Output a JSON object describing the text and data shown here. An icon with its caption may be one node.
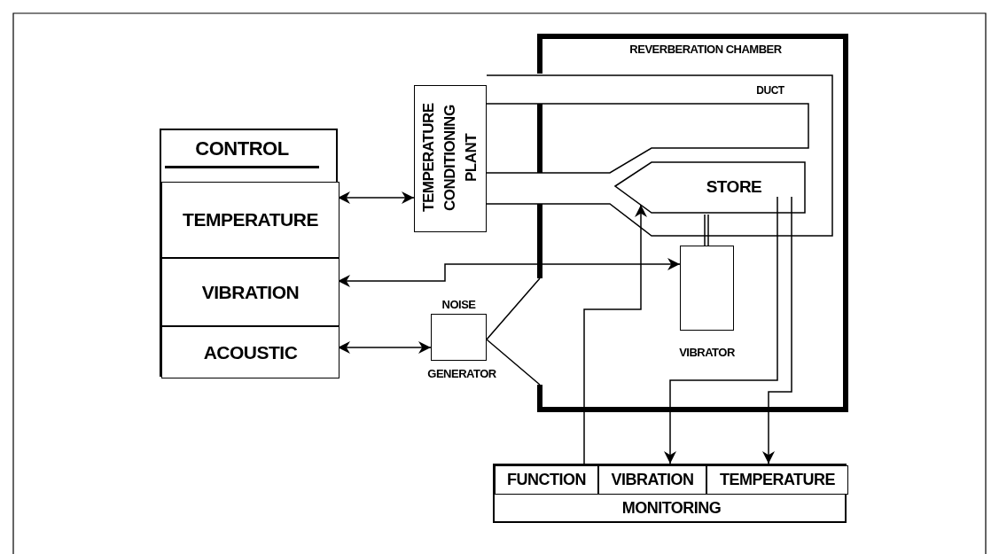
{
  "diagram": {
    "nodes": [
      {
        "text": [
          "CONTROL"
        ]
      },
      {
        "text": [
          "TEMPERATURE"
        ],
        "in": 0
      },
      {
        "text": [
          "VIBRATION"
        ],
        "in": 0
      },
      {
        "text": [
          "ACOUSTIC"
        ],
        "in": 0
      },
      {
        "text": [
          "TEMPERATURE CONDITIONING PLANT"
        ]
      },
      {
        "text": [
          "NOISE",
          "GENERATOR"
        ]
      },
      {
        "text": [
          "REVERBERATION CHAMBER"
        ]
      },
      {
        "text": [
          "DUCT"
        ]
      },
      {
        "text": [
          "STORE"
        ],
        "in": 7
      },
      {
        "text": [
          "VIBRATOR"
        ],
        "in": 6
      },
      {
        "text": [
          "MONITORING"
        ]
      },
      {
        "text": [
          "FUNCTION"
        ],
        "in": 10
      },
      {
        "text": [
          "VIBRATION"
        ],
        "in": 10
      },
      {
        "text": [
          "TEMPERATURE"
        ],
        "in": 10
      }
    ],
    "edges": [
      {
        "from": 1,
        "to": 4,
        "arrow": "both"
      },
      {
        "from": 2,
        "to": 9,
        "arrow": "both"
      },
      {
        "from": 3,
        "to": 5,
        "arrow": "both"
      },
      {
        "from": 11,
        "to": 8,
        "arrow": "to"
      },
      {
        "from": 8,
        "to": 12,
        "arrow": "to"
      },
      {
        "from": 8,
        "to": 13,
        "arrow": "to"
      },
      {
        "from": 8,
        "to": 9,
        "arrow": "none"
      },
      {
        "from": 5,
        "to": 6,
        "arrow": "none"
      }
    ]
  }
}
